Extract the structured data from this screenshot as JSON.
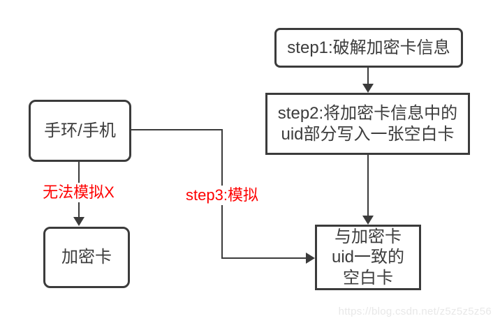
{
  "diagram": {
    "title": "encrypted-card-cloning-flowchart",
    "nodes": {
      "step1": {
        "label": "step1:破解加密卡信息"
      },
      "step2": {
        "lines": [
          "step2:将加密卡信息中的",
          "uid部分写入一张空白卡"
        ]
      },
      "band_phone": {
        "label": "手环/手机"
      },
      "encrypted_card": {
        "label": "加密卡"
      },
      "blank_card": {
        "lines": [
          "与加密卡",
          "uid一致的",
          "空白卡"
        ]
      }
    },
    "edge_labels": {
      "cannot_simulate": "无法模拟X",
      "step3": "step3:模拟"
    },
    "colors": {
      "border": "#3b3b3b",
      "text": "#3c3c3c",
      "warning_red": "#fe0000",
      "watermark_gray": "#e8e8e8",
      "background": "#ffffff"
    },
    "watermark": "https://blog.csdn.net/z5z5z5z56"
  }
}
